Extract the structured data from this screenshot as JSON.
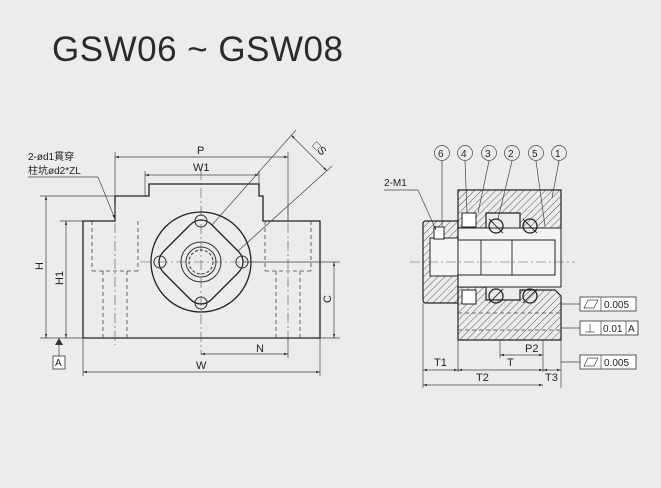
{
  "title": "GSW06 ~ GSW08",
  "front_view": {
    "note_line1": "2-ød1貫穿",
    "note_line2": "柱坑ød2*ZL",
    "dim_P": "P",
    "dim_W1": "W1",
    "dim_S": "□S",
    "dim_H": "H",
    "dim_H1": "H1",
    "dim_C": "C",
    "dim_N": "N",
    "dim_W": "W",
    "datum_A": "A"
  },
  "side_view": {
    "balloons": [
      "6",
      "4",
      "3",
      "2",
      "5",
      "1"
    ],
    "label_M1": "2-M1",
    "dim_T1": "T1",
    "dim_T": "T",
    "dim_T2": "T2",
    "dim_T3": "T3",
    "dim_P2": "P2",
    "tolerances": [
      {
        "symbol": "flatness",
        "value": "0.005",
        "datum": ""
      },
      {
        "symbol": "perpendicularity",
        "value": "0.01",
        "datum": "A"
      },
      {
        "symbol": "flatness",
        "value": "0.005",
        "datum": ""
      }
    ]
  }
}
